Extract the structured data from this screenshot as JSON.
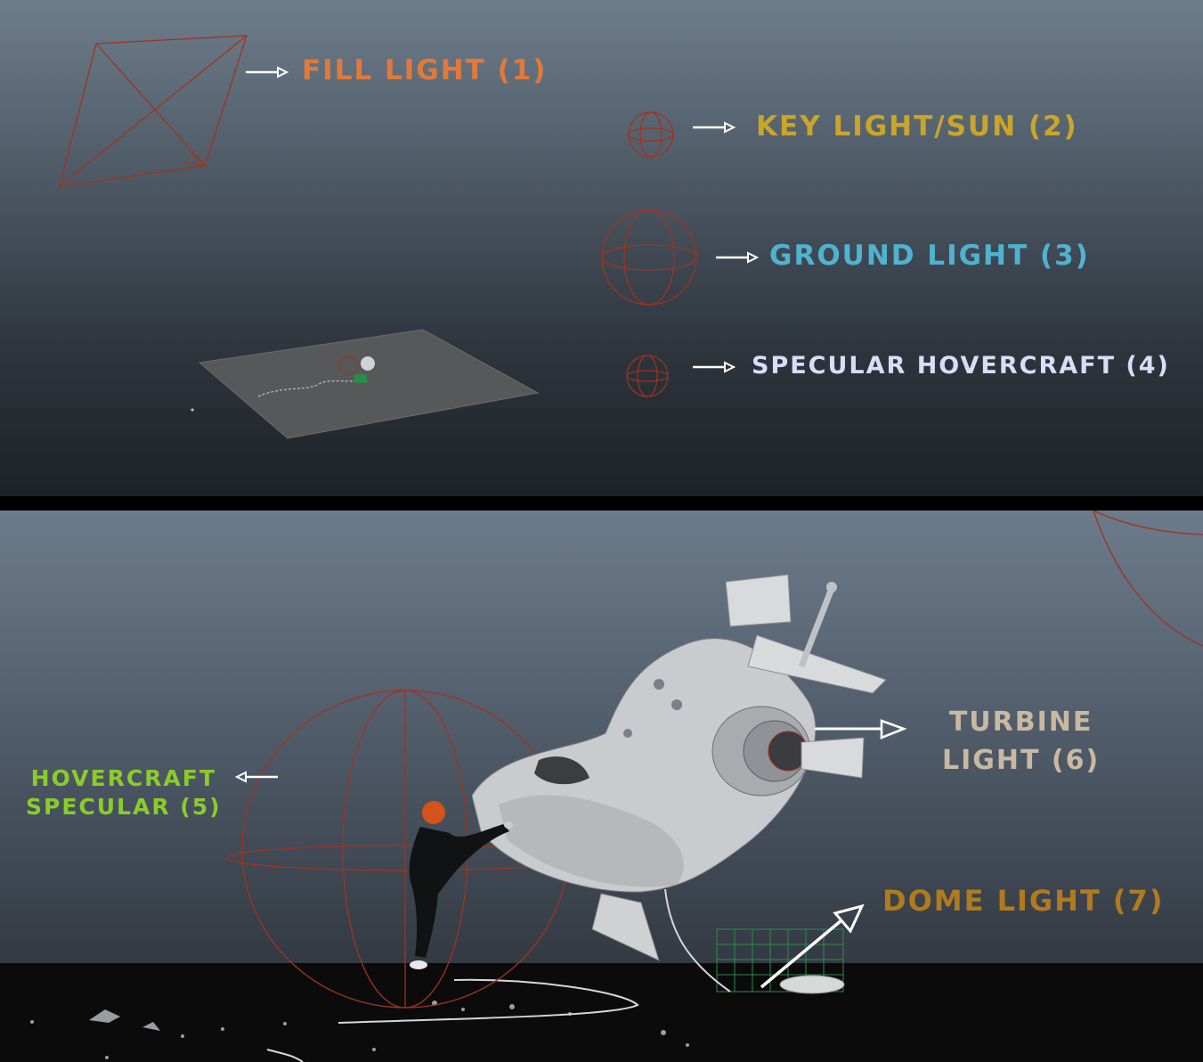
{
  "labels": {
    "fill_light": "FILL LIGHT (1)",
    "key_light": "KEY LIGHT/SUN (2)",
    "ground_light": "GROUND LIGHT (3)",
    "specular_hovercraft": "SPECULAR HOVERCRAFT (4)",
    "hovercraft_specular_line1": "HOVERCRAFT",
    "hovercraft_specular_line2": "SPECULAR (5)",
    "turbine_line1": "TURBINE",
    "turbine_line2": "LIGHT (6)",
    "dome_light": "DOME LIGHT (7)"
  },
  "colors": {
    "fill_light": "#e07a3a",
    "key_light": "#c9a52a",
    "ground_light": "#4fb3d0",
    "specular_hovercraft": "#d8def8",
    "hovercraft_specular": "#8acc2a",
    "turbine_light": "#c9b9a0",
    "dome_light": "#b07a1e",
    "light_wireframe": "#a0331f",
    "arrow": "#ffffff"
  }
}
